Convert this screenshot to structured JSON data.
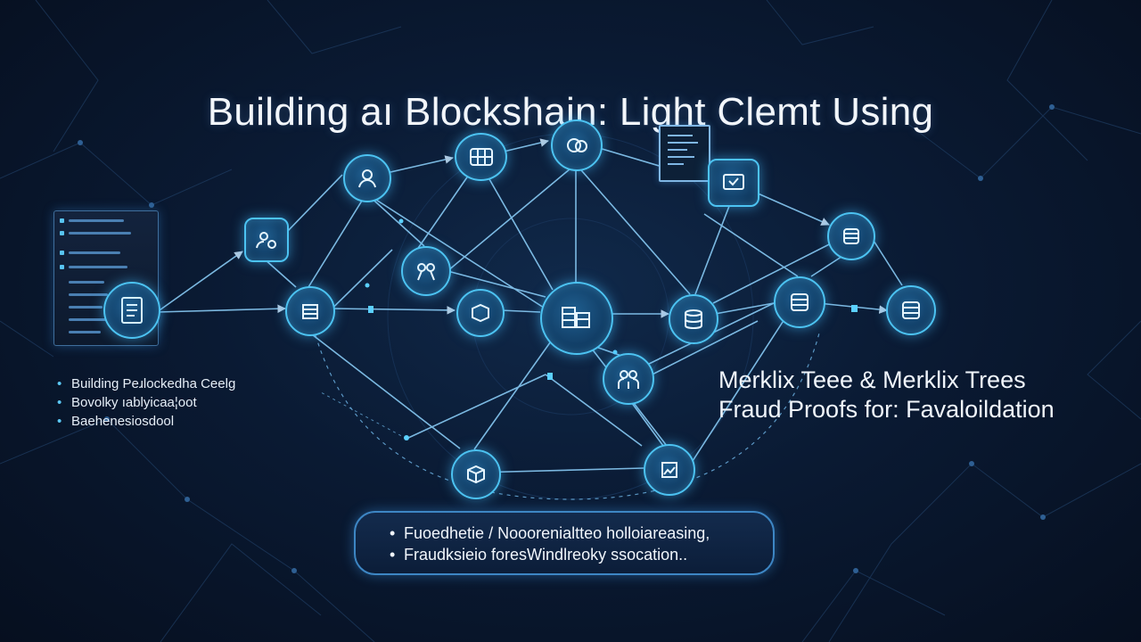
{
  "title": "Building aı Blockshain: Light Clemt Using",
  "left_bullets": [
    "Building Peɹlockedha Ceelg",
    "Bovolky ıablyicaa¦oot",
    "Baehenesiosdool"
  ],
  "right_text": {
    "line1": "Merklix Teee & Merklix Trees",
    "line2": "Fraud Proofs for: Favaloildation"
  },
  "bottom_bullets": [
    "Fuoedhetie / Nooorenialtteo holloiareasing,",
    "Fraudksieio foresWindlreoky ssocation.."
  ],
  "colors": {
    "background": "#0a1a33",
    "accent": "#4cc3f2",
    "line": "#8fd4ff",
    "text": "#f0f5fb"
  },
  "icons": {
    "user": "user-icon",
    "database": "database-icon",
    "cloud": "cloud-search-icon",
    "document": "document-icon",
    "blocks": "blocks-icon",
    "server": "server-stack-icon"
  }
}
